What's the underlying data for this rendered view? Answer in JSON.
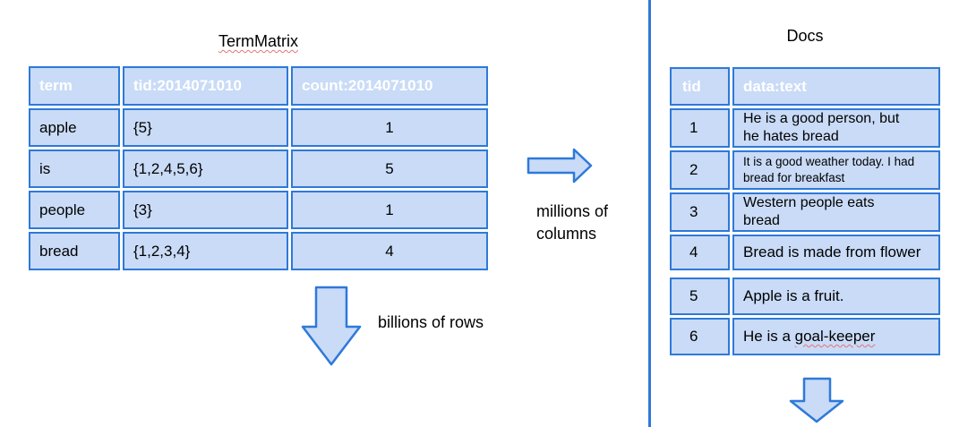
{
  "termmatrix": {
    "title": "TermMatrix",
    "headers": [
      "term",
      "tid:2014071010",
      "count:2014071010"
    ],
    "rows": [
      {
        "term": "apple",
        "tid": "{5}",
        "count": "1"
      },
      {
        "term": "is",
        "tid": "{1,2,4,5,6}",
        "count": "5"
      },
      {
        "term": "people",
        "tid": "{3}",
        "count": "1"
      },
      {
        "term": "bread",
        "tid": "{1,2,3,4}",
        "count": "4"
      }
    ]
  },
  "docs": {
    "title": "Docs",
    "headers": [
      "tid",
      "data:text"
    ],
    "rows": [
      {
        "tid": "1",
        "text": "He is a good person, but he hates bread"
      },
      {
        "tid": "2",
        "text": "It is a good weather today. I had bread for breakfast"
      },
      {
        "tid": "3",
        "text": "Western people eats bread"
      },
      {
        "tid": "4",
        "text": "Bread is made from flower"
      },
      {
        "tid": "5",
        "text": "Apple is a fruit."
      },
      {
        "tid": "6",
        "text_plain": "He is a ",
        "text_wavy": "goal-keeper"
      }
    ]
  },
  "labels": {
    "millions": "millions of columns",
    "billions": "billions of rows"
  },
  "colors": {
    "header_dark": "#1c4587",
    "header_blue": "#4a86e8",
    "cell_fill": "#c9dbf7",
    "border_blue": "#2e79d9",
    "divider_blue": "#2e79d9",
    "arrow_fill": "#c9dbf7",
    "arrow_stroke": "#2e79d9",
    "spellcheck_red": "#e57373"
  }
}
